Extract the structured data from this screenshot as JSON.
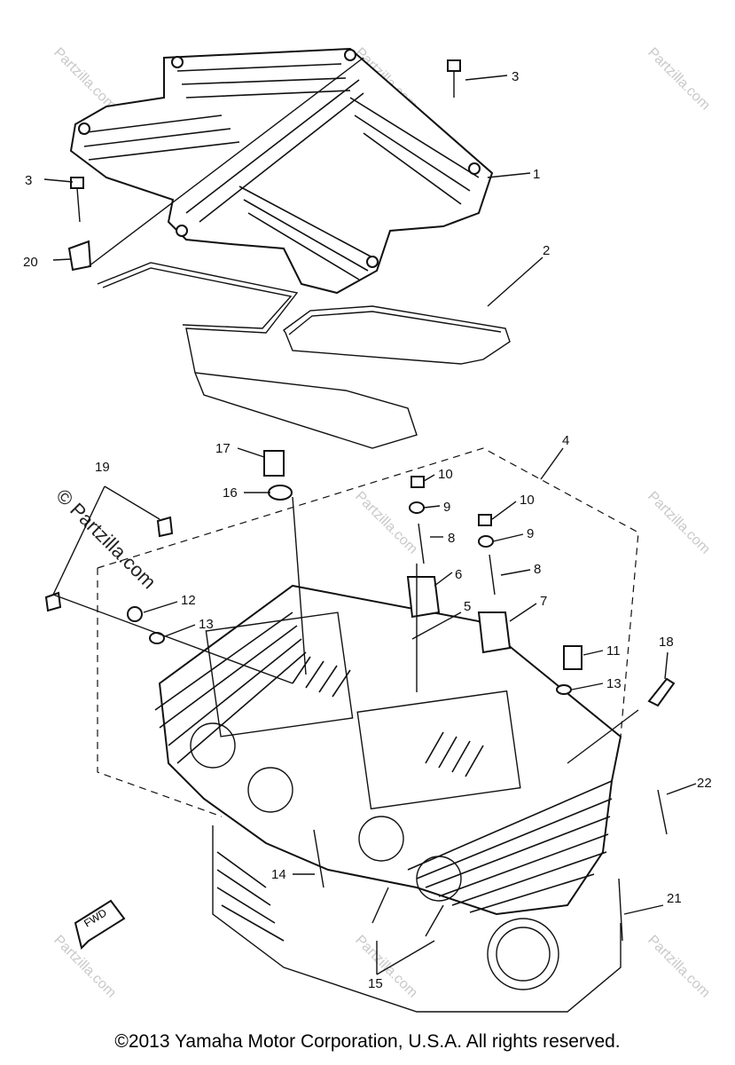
{
  "callouts": [
    "1",
    "2",
    "3",
    "3",
    "4",
    "5",
    "6",
    "7",
    "8",
    "8",
    "9",
    "9",
    "10",
    "10",
    "11",
    "12",
    "13",
    "13",
    "14",
    "15",
    "16",
    "17",
    "18",
    "19",
    "20",
    "21",
    "22"
  ],
  "fwd_label": "FWD",
  "watermark": "© Partzilla.com",
  "watermark_short": "Partzilla.com",
  "copyright": "©2013 Yamaha Motor Corporation, U.S.A. All rights reserved."
}
